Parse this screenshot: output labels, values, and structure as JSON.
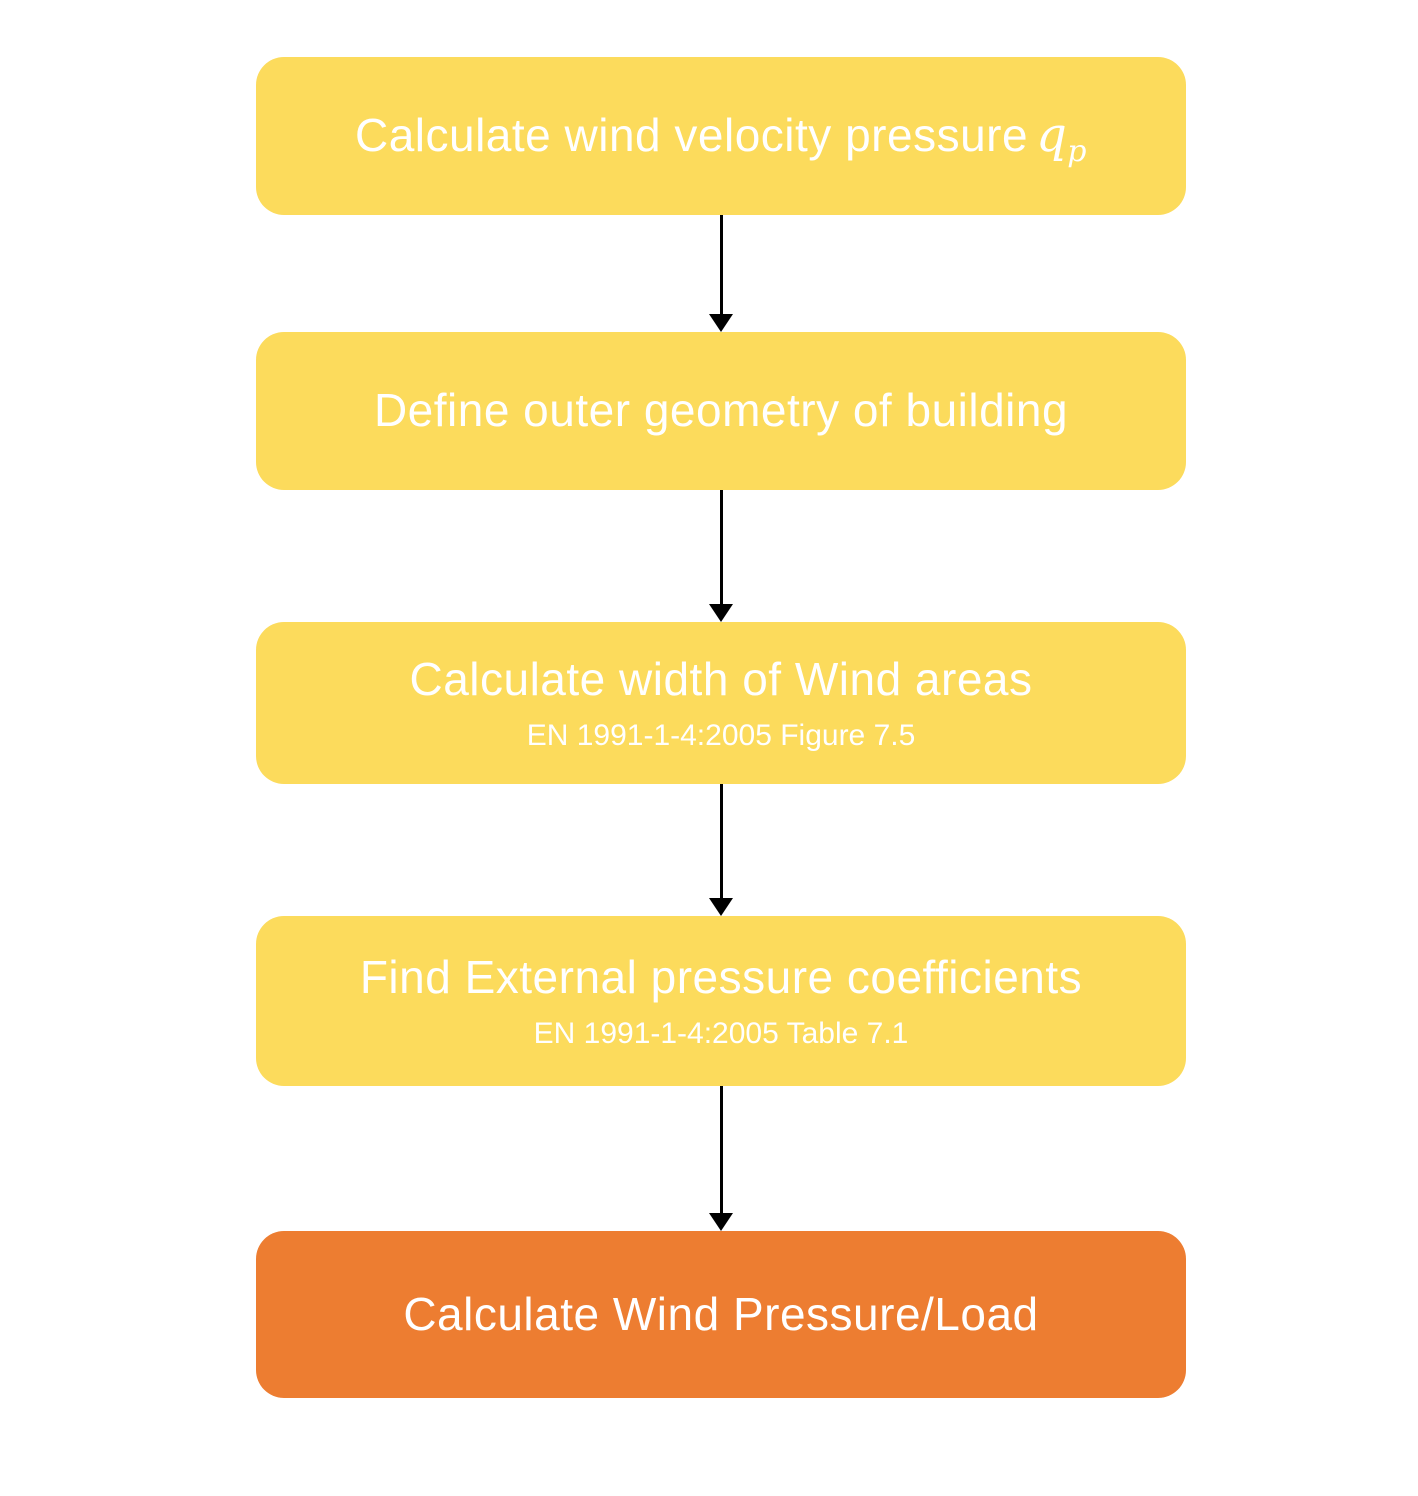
{
  "flowchart": {
    "description": "Wind load calculation process flowchart",
    "colors": {
      "step_fill": "#FCDB5C",
      "final_fill": "#ED7D31",
      "text": "#FFFFFF",
      "arrow": "#000000"
    },
    "steps": [
      {
        "label": "Calculate wind velocity pressure",
        "math_var": "q",
        "math_sub": "p",
        "sublabel": "",
        "fill": "#FCDB5C"
      },
      {
        "label": "Define outer geometry of building",
        "sublabel": "",
        "fill": "#FCDB5C"
      },
      {
        "label": "Calculate width of Wind areas",
        "sublabel": "EN 1991-1-4:2005 Figure 7.5",
        "fill": "#FCDB5C"
      },
      {
        "label": "Find External pressure coefficients",
        "sublabel": "EN 1991-1-4:2005 Table 7.1",
        "fill": "#FCDB5C"
      },
      {
        "label": "Calculate Wind Pressure/Load",
        "sublabel": "",
        "fill": "#ED7D31"
      }
    ]
  }
}
